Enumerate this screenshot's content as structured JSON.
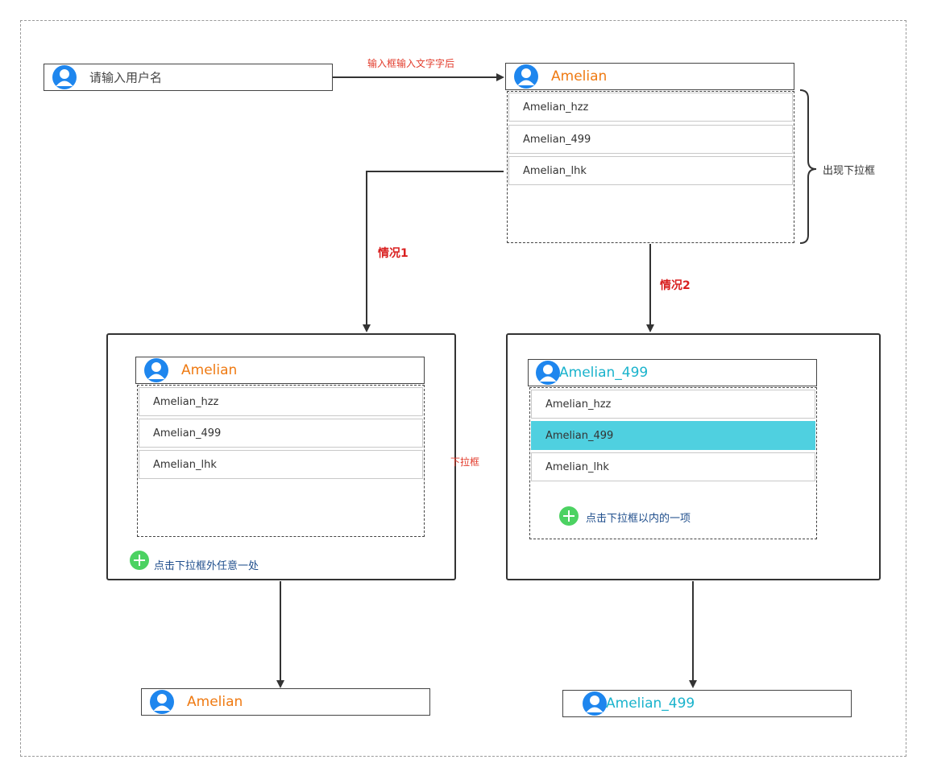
{
  "steps": {
    "initial_input": {
      "placeholder": "请输入用户名"
    },
    "typed_input": {
      "value": "Amelian"
    },
    "typed_options": [
      "Amelian_hzz",
      "Amelian_499",
      "Amelian_lhk"
    ],
    "case1_input": {
      "value": "Amelian"
    },
    "case1_options": [
      "Amelian_hzz",
      "Amelian_499",
      "Amelian_lhk"
    ],
    "case2_input": {
      "value": "Amelian_499"
    },
    "case2_options": [
      "Amelian_hzz",
      "Amelian_499",
      "Amelian_lhk"
    ],
    "case2_selected_index": 1,
    "result1_input": {
      "value": "Amelian"
    },
    "result2_input": {
      "value": "Amelian_499"
    }
  },
  "labels": {
    "after_typing": "输入框输入文字字后",
    "dropdown_appears": "出现下拉框",
    "case1": "情况1",
    "case2": "情况2",
    "dropdown": "下拉框",
    "click_outside": "点击下拉框外任意一处",
    "click_inside": "点击下拉框以内的一项"
  },
  "colors": {
    "value_orange": "#ef7a12",
    "value_cyan": "#1ab3cc",
    "selected_option": "#4fd0e0",
    "label_red": "#d92020",
    "avatar_blue": "#1e86ee",
    "plus_green": "#4cd262"
  },
  "icons": {
    "avatar": "user-avatar-icon",
    "plus": "plus-circle-icon"
  }
}
